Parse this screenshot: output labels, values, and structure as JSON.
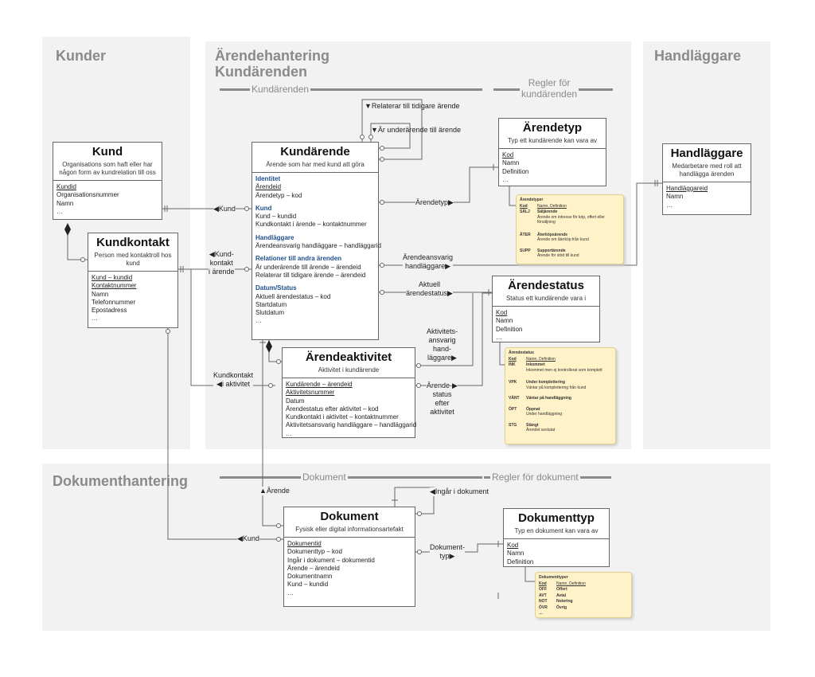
{
  "areas": {
    "kunder": "Kunder",
    "arendehantering": [
      "Ärendehantering",
      "Kundärenden"
    ],
    "handlaggare": "Handläggare",
    "dokumenthantering": "Dokumenthantering"
  },
  "sections": {
    "kundarenden": "Kundärenden",
    "regler_kundarenden": [
      "Regler för",
      "kundärenden"
    ],
    "dokument": "Dokument",
    "regler_dokument": "Regler för dokument"
  },
  "entities": {
    "kund": {
      "title": "Kund",
      "desc": [
        "Organisations som haft eller har",
        "någon form av kundrelation till oss"
      ],
      "attrs": [
        "Kundid",
        "Organisationsnummer",
        "Namn",
        "…"
      ]
    },
    "kundkontakt": {
      "title": "Kundkontakt",
      "desc": [
        "Person med kontaktroll hos",
        "kund"
      ],
      "attrs": [
        "Kund – kundid",
        "Kontaktnummer",
        "Namn",
        "Telefonnummer",
        "Epostadress",
        "…"
      ]
    },
    "kundarende": {
      "title": "Kundärende",
      "desc": [
        "Ärende som har med kund att göra"
      ],
      "groups": [
        {
          "name": "Identitet",
          "attrs": [
            "Ärendeid",
            "Ärendetyp – kod"
          ]
        },
        {
          "name": "Kund",
          "attrs": [
            "Kund – kundid",
            "Kundkontakt i ärende – kontaktnummer"
          ]
        },
        {
          "name": "Handläggare",
          "attrs": [
            "Ärendeansvarig handläggare – handläggarid"
          ]
        },
        {
          "name": "Relationer till andra ärenden",
          "attrs": [
            "Är underärende till ärende – ärendeid",
            "Relaterar till tidigare ärende – ärendeid"
          ]
        },
        {
          "name": "Datum/Status",
          "attrs": [
            "Aktuell ärendestatus – kod",
            "Startdatum",
            "Slutdatum",
            "…"
          ]
        }
      ]
    },
    "arendetyp": {
      "title": "Ärendetyp",
      "desc": [
        "Typ ett kundärende kan vara av"
      ],
      "attrs": [
        "Kod",
        "Namn",
        "Definition",
        "…"
      ]
    },
    "handlaggare": {
      "title": "Handläggare",
      "desc": [
        "Medarbetare med roll att",
        "handlägga ärenden"
      ],
      "attrs": [
        "Handläggareid",
        "Namn",
        "…"
      ]
    },
    "arendestatus": {
      "title": "Ärendestatus",
      "desc": [
        "Status ett kundärende vara i"
      ],
      "attrs": [
        "Kod",
        "Namn",
        "Definition",
        "…"
      ]
    },
    "arendeaktivitet": {
      "title": "Ärendeaktivitet",
      "desc": [
        "Aktivitet i kundärende"
      ],
      "attrs": [
        "Kundärende – ärendeid",
        "Aktivitetsnummer",
        "Datum",
        "Ärendestatus efter aktivitet – kod",
        "Kundkontakt i aktivitet – kontaktnummer",
        "Aktivitetsansvarig handläggare – handläggarid",
        "…"
      ]
    },
    "dokument": {
      "title": "Dokument",
      "desc": [
        "Fysisk eller digital informationsartefakt"
      ],
      "attrs": [
        "Dokumentid",
        "Dokumenttyp – kod",
        "Ingår i dokument – dokumentid",
        "Ärende – ärendeid",
        "Dokumentnamn",
        "Kund – kundid",
        "…"
      ]
    },
    "dokumenttyp": {
      "title": "Dokumenttyp",
      "desc": [
        "Typ en dokument kan vara av"
      ],
      "attrs": [
        "Kod",
        "Namn",
        "Definition"
      ]
    }
  },
  "notes": {
    "arendetyper": {
      "title": "Ärendetyper",
      "header": [
        "Kod",
        "Namn, Definition"
      ],
      "rows": [
        {
          "k": "SÄLJ",
          "v": [
            "Säljärende",
            "Ärende om intresse för köp, offert eller försäljning"
          ]
        },
        {
          "k": "ÅTER",
          "v": [
            "Återköpsärende",
            "Ärende om återköp från kund"
          ]
        },
        {
          "k": "SUPP",
          "v": [
            "Supportärende",
            "Ärende för stöd till kund"
          ]
        }
      ]
    },
    "arendestatus": {
      "title": "Ärendestatus",
      "header": [
        "Kod",
        "Namn, Definition"
      ],
      "rows": [
        {
          "k": "INK",
          "v": [
            "Inkommet",
            "Inkommet men ej kontrollerat som komplett"
          ]
        },
        {
          "k": "VPK",
          "v": [
            "Under komplettering",
            "Väntar på komplettering från kund"
          ]
        },
        {
          "k": "VÄNT",
          "v": [
            "Väntar på handläggning"
          ]
        },
        {
          "k": "ÖPT",
          "v": [
            "Öppnat",
            "Under handläggning"
          ]
        },
        {
          "k": "STG",
          "v": [
            "Stängt",
            "Ärendet avslutat"
          ]
        }
      ]
    },
    "dokumenttyper": {
      "title": "Dokumenttyper",
      "header": [
        "Kod",
        "Namn, Definition"
      ],
      "rows": [
        {
          "k": "OFF",
          "v": [
            "Offert"
          ]
        },
        {
          "k": "AVT",
          "v": [
            "Avtal"
          ]
        },
        {
          "k": "NOT",
          "v": [
            "Notering"
          ]
        },
        {
          "k": "ÖVR",
          "v": [
            "Övrig"
          ]
        },
        {
          "k": "…",
          "v": [
            ""
          ]
        }
      ]
    }
  },
  "relations": {
    "relaterar": "▼Relaterar till tidigare ärende",
    "underarende": "▼Är underärende till ärende",
    "kund": "◀Kund",
    "kundkontakt_i_arende": [
      "◀Kund-",
      "kontakt",
      "i ärende"
    ],
    "arendetyp": "Ärendetyp▶",
    "arendeansvarig": [
      "Ärendeansvarig",
      "handläggare▶"
    ],
    "aktuell_status": [
      "Aktuell",
      "ärendestatus▶"
    ],
    "aktivitetsansvarig": [
      "Aktivitets-",
      "ansvarig",
      "hand-",
      "läggare▶"
    ],
    "kundkontakt_i_aktivitet": [
      "Kundkontakt",
      "◀i aktivitet"
    ],
    "status_efter": [
      "Ärende-▶",
      "status",
      "efter",
      "aktivitet"
    ],
    "arende": "▲Ärende",
    "ingar_i_dokument": "◀Ingår i dokument",
    "dok_kund": "◀Kund",
    "dokumenttyp": [
      "Dokument-",
      "typ▶"
    ]
  }
}
